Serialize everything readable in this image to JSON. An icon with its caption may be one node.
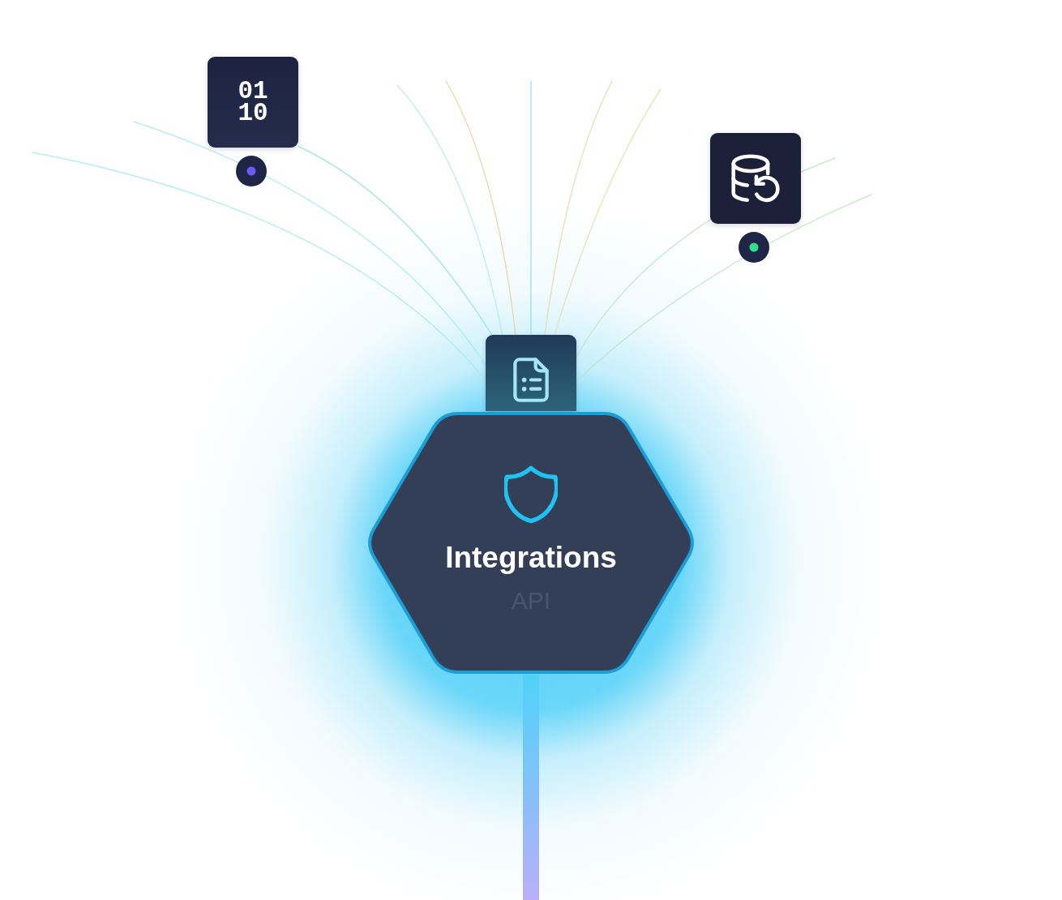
{
  "diagram": {
    "nodes": [
      {
        "text": [
          "01 10"
        ]
      },
      {
        "text": [],
        "shape": "box"
      },
      {
        "text": [],
        "shape": "box"
      },
      {
        "text": [
          "Integrations",
          "API"
        ]
      }
    ],
    "edges": [
      {
        "from": 3,
        "to": null,
        "arrow": "none",
        "style": "thick"
      },
      {
        "from": 0,
        "to": 2,
        "arrow": "none",
        "color": "#a8e8e4"
      }
    ]
  }
}
